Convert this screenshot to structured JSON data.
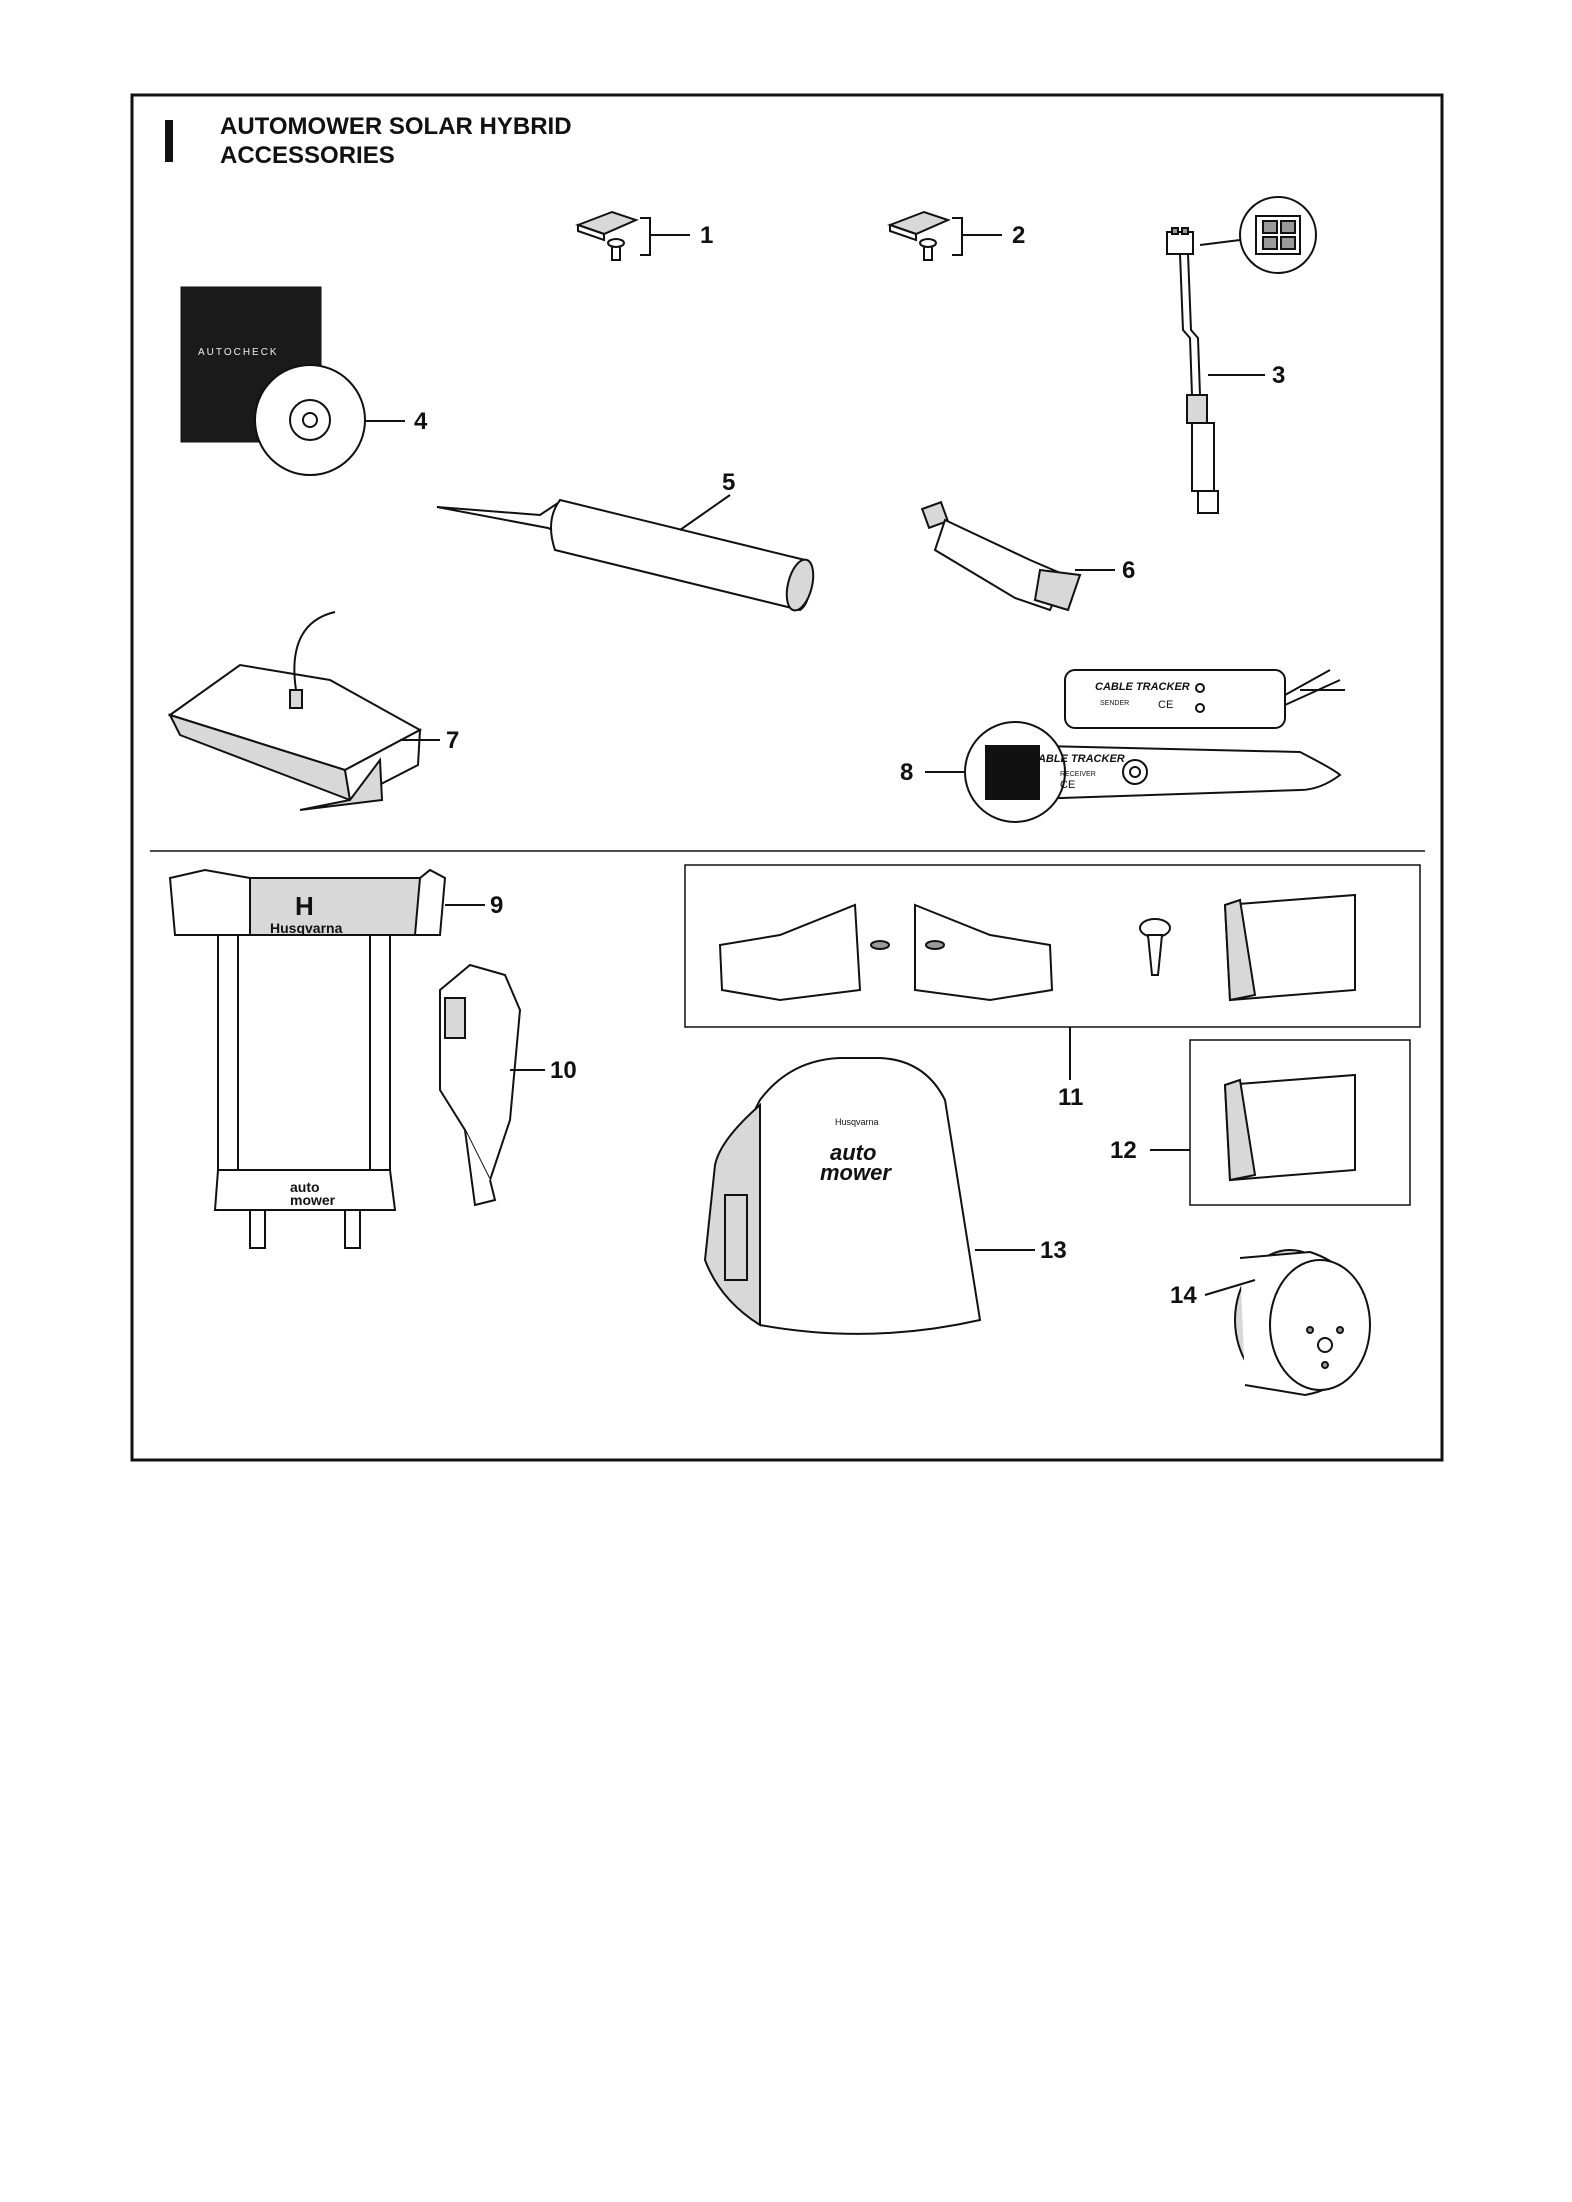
{
  "page": {
    "section_letter": "I",
    "title_line1": "AUTOMOWER SOLAR HYBRID",
    "title_line2": "ACCESSORIES"
  },
  "callouts": [
    "1",
    "2",
    "3",
    "4",
    "5",
    "6",
    "7",
    "8",
    "9",
    "10",
    "11",
    "12",
    "13",
    "14"
  ],
  "item_text": {
    "dvd_cover": "AUTOCHECK",
    "cable_tracker": "CABLE TRACKER",
    "ce_mark": "CE",
    "receiver": "RECEIVER",
    "sender": "SENDER",
    "husqvarna": "Husqvarna",
    "auto": "auto",
    "mower": "mower"
  }
}
